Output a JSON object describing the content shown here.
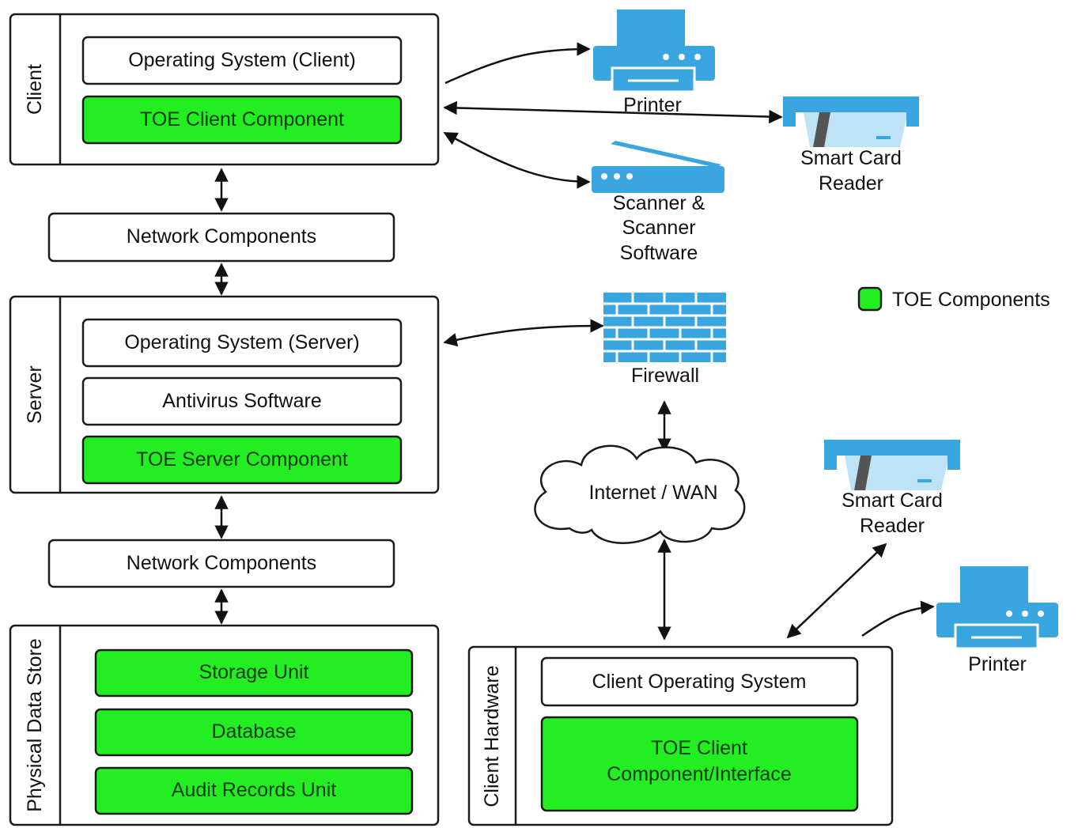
{
  "colors": {
    "toe_green": "#22ee22",
    "device_blue": "#3aa6e0",
    "device_light": "#bfe3f6",
    "stroke": "#1a1a1a"
  },
  "client": {
    "side_label": "Client",
    "os": "Operating System (Client)",
    "toe": "TOE Client Component"
  },
  "network1": "Network Components",
  "server": {
    "side_label": "Server",
    "os": "Operating System (Server)",
    "antivirus": "Antivirus Software",
    "toe": "TOE Server Component"
  },
  "network2": "Network Components",
  "datastore": {
    "side_label": "Physical Data Store",
    "storage": "Storage Unit",
    "database": "Database",
    "audit": "Audit Records Unit"
  },
  "client_hw": {
    "side_label": "Client Hardware",
    "os": "Client Operating System",
    "toe_line1": "TOE Client",
    "toe_line2": "Component/Interface"
  },
  "devices": {
    "printer_top": {
      "label": "Printer",
      "icon": "printer-icon"
    },
    "smartcard_top": {
      "label_line1": "Smart Card",
      "label_line2": "Reader",
      "icon": "smart-card-reader-icon"
    },
    "scanner": {
      "label_line1": "Scanner &",
      "label_line2": "Scanner",
      "label_line3": "Software",
      "icon": "scanner-icon"
    },
    "firewall": {
      "label": "Firewall",
      "icon": "firewall-icon"
    },
    "internet": {
      "label": "Internet / WAN",
      "icon": "cloud-icon"
    },
    "smartcard_bottom": {
      "label_line1": "Smart Card",
      "label_line2": "Reader",
      "icon": "smart-card-reader-icon"
    },
    "printer_bottom": {
      "label": "Printer",
      "icon": "printer-icon"
    }
  },
  "legend": {
    "label": "TOE Components"
  }
}
